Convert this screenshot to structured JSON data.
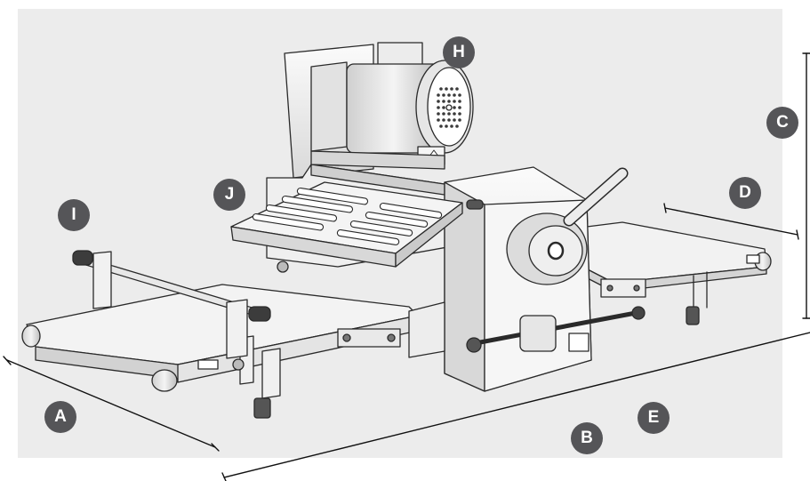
{
  "markers": {
    "a": "A",
    "b": "B",
    "c": "C",
    "d": "D",
    "e": "E",
    "h": "H",
    "i": "I",
    "j": "J"
  },
  "colors": {
    "marker_fill": "#555558",
    "marker_text": "#ffffff",
    "line_art": "#2a2a2a",
    "metal_light": "#f1f1f1",
    "metal_mid": "#d6d6d6",
    "backdrop": "#ececec"
  }
}
